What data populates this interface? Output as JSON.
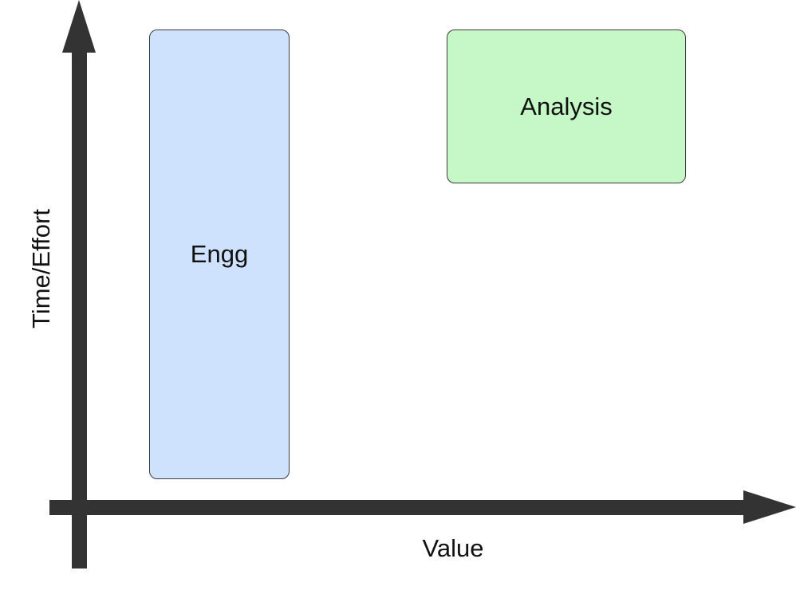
{
  "axes": {
    "x_label": "Value",
    "y_label": "Time/Effort",
    "color": "#333333"
  },
  "boxes": [
    {
      "label": "Engg",
      "fill": "#cfe2fd"
    },
    {
      "label": "Analysis",
      "fill": "#c5f7c7"
    }
  ]
}
